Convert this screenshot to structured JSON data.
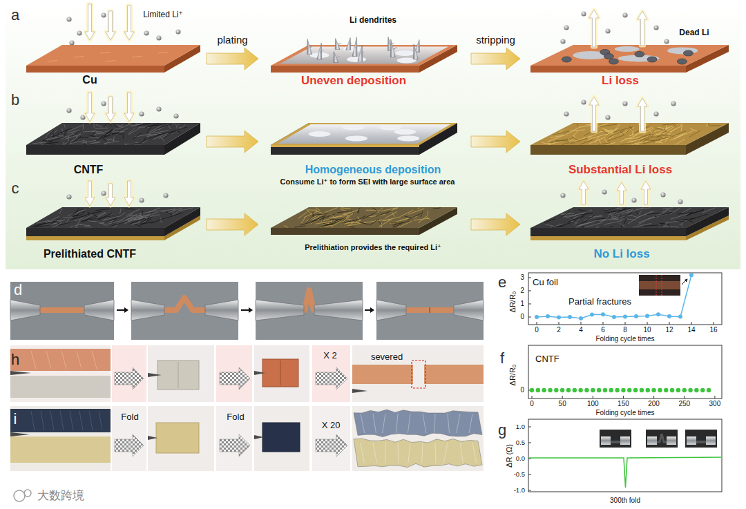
{
  "diagram": {
    "nodes": [
      {
        "text": [
          "Limited Li⁺",
          "Cu"
        ]
      },
      {
        "text": [
          "Li dendrites",
          "Uneven deposition"
        ]
      },
      {
        "text": [
          "Dead Li",
          "Li loss"
        ]
      },
      {
        "text": [
          "CNTF"
        ]
      },
      {
        "text": [
          "Homogeneous deposition",
          "Consume Li⁺ to form SEI with large surface area"
        ]
      },
      {
        "text": [
          "Substantial Li loss"
        ]
      },
      {
        "text": [
          "Prelithiated CNTF"
        ]
      },
      {
        "text": [
          "Prelithiation provides the required Li⁺"
        ]
      },
      {
        "text": [
          "No Li loss"
        ]
      }
    ],
    "edges": [
      {
        "from": 0,
        "to": 1,
        "label": "plating",
        "arrow": "to"
      },
      {
        "from": 1,
        "to": 2,
        "label": "stripping",
        "arrow": "to"
      },
      {
        "from": 3,
        "to": 4,
        "arrow": "to"
      },
      {
        "from": 4,
        "to": 5,
        "arrow": "to"
      },
      {
        "from": 6,
        "to": 7,
        "arrow": "to"
      },
      {
        "from": 7,
        "to": 8,
        "arrow": "to"
      }
    ],
    "labels": [
      "a",
      "b",
      "c",
      "d",
      "e",
      "Cu foil",
      "Partial fractures",
      "ΔR/R₀",
      "3",
      "2",
      "1",
      "0",
      "0",
      "2",
      "4",
      "6",
      "8",
      "10",
      "12",
      "14",
      "16",
      "Folding cycle times",
      "f",
      "CNTF",
      "ΔR/R₀",
      "0",
      "0",
      "50",
      "100",
      "150",
      "200",
      "250",
      "300",
      "Folding cycle times",
      "h",
      "severed",
      "X 2",
      "Fold",
      "Fold",
      "i",
      "X 20",
      "g",
      "ΔR (Ω)",
      "1.0",
      "0.5",
      "0.0",
      "-0.5",
      "-1.0",
      "300th fold",
      "大数跨境"
    ]
  }
}
